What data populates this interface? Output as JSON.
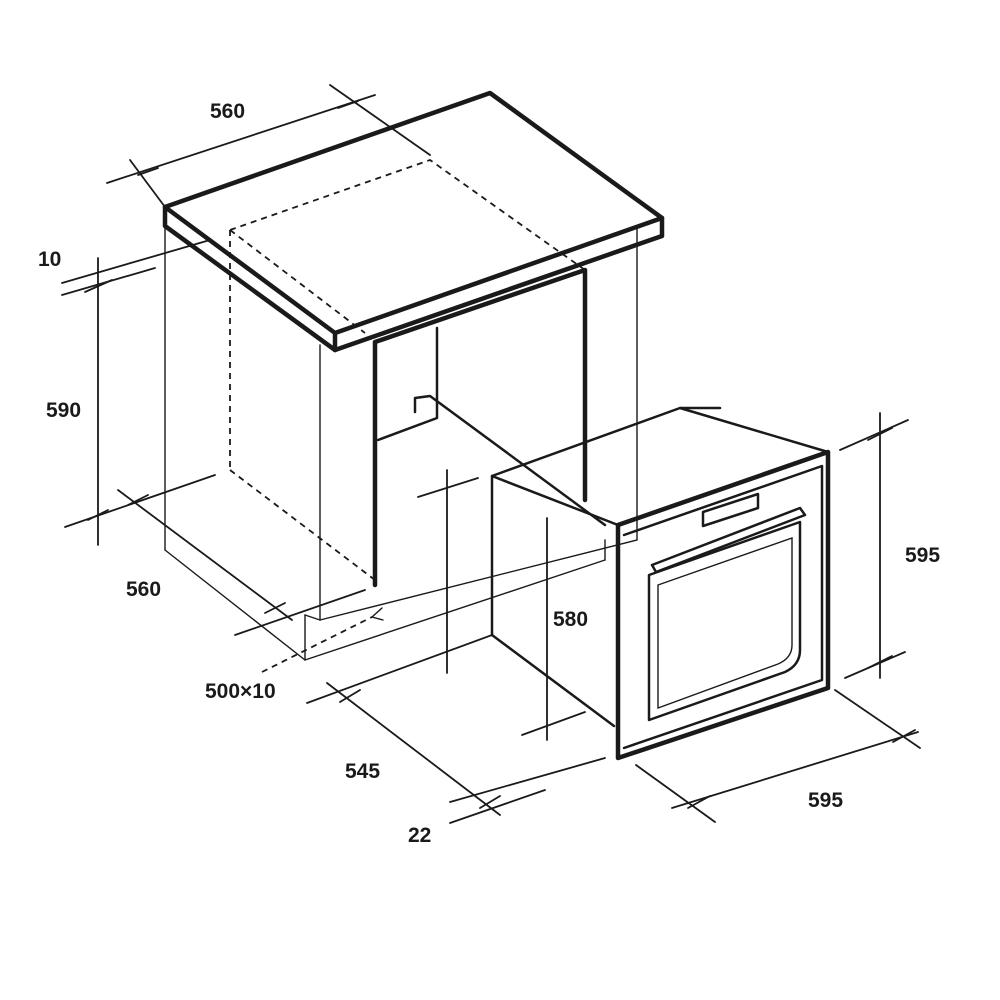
{
  "dimensions": {
    "top_width": "560",
    "top_thickness": "10",
    "cabinet_height": "590",
    "cabinet_depth": "560",
    "vent_opening": "500×10",
    "oven_depth": "545",
    "oven_panel": "22",
    "oven_inner_height": "580",
    "oven_height": "595",
    "oven_width": "595"
  },
  "colors": {
    "line": "#1a1a1a",
    "background": "#ffffff"
  }
}
